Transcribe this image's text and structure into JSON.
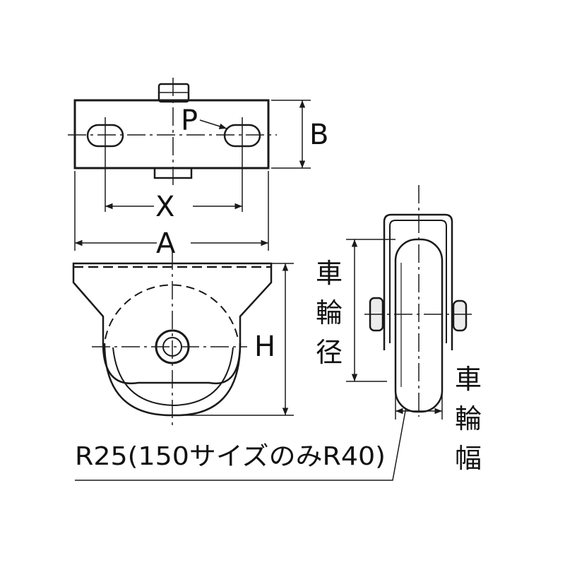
{
  "colors": {
    "line": "#1a1a1a",
    "background": "#ffffff",
    "hub": "#ececec"
  },
  "labels": {
    "p": "P",
    "b": "B",
    "x": "X",
    "a": "A",
    "h": "H",
    "wheel_diameter": [
      "車",
      "輪",
      "径"
    ],
    "wheel_width": [
      "車",
      "輪",
      "幅"
    ],
    "radius_note": "R25(150サイズのみR40)"
  }
}
